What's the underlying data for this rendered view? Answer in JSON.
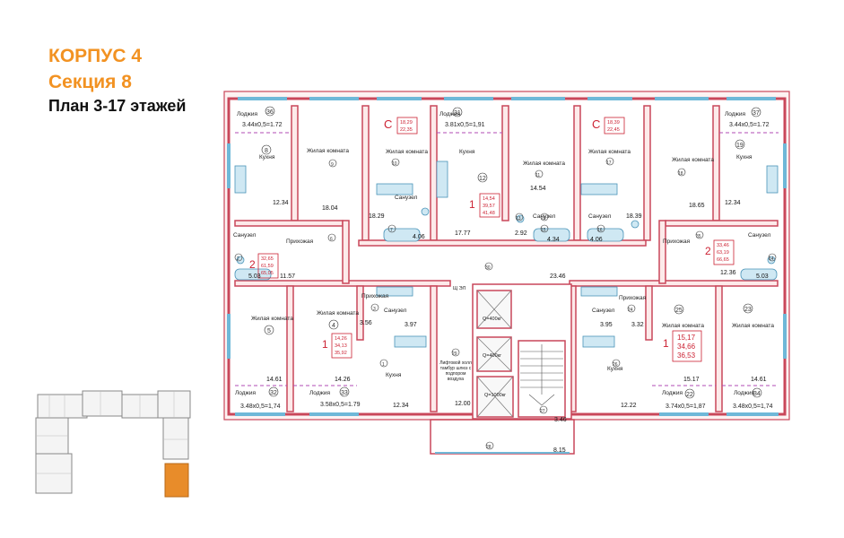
{
  "header": {
    "building": "КОРПУС 4",
    "section": "Секция 8",
    "floors": "План 3-17 этажей"
  },
  "colors": {
    "accent": "#f29222",
    "wall_fill": "#fdeaea",
    "wall_stroke": "#c9475a",
    "window": "#6fb8d8",
    "highlight": "#e88c2a"
  },
  "rooms": {
    "kitchen": "Кухня",
    "living": "Жилая комната",
    "bathroom": "Санузел",
    "hall": "Прихожая",
    "loggia": "Лоджия",
    "lift_hall": "Лифтовой холл тамбур шлюз с подпором воздуха",
    "lift_small": "Q=400кг",
    "lift_big": "Q=1000кг",
    "el_panel": "Щ ЭЛ"
  },
  "apartments": [
    {
      "id": "apt-2-left",
      "rooms": "2",
      "areas": [
        "32,65",
        "61,59",
        "65,05"
      ]
    },
    {
      "id": "apt-c-left",
      "rooms": "С",
      "areas": [
        "18,29",
        "22,35"
      ]
    },
    {
      "id": "apt-1-top",
      "rooms": "1",
      "areas": [
        "14,54",
        "39,57",
        "41,48"
      ]
    },
    {
      "id": "apt-c-right",
      "rooms": "С",
      "areas": [
        "18,39",
        "22,45"
      ]
    },
    {
      "id": "apt-2-right",
      "rooms": "2",
      "areas": [
        "33,46",
        "63,19",
        "66,65"
      ]
    },
    {
      "id": "apt-1-bl",
      "rooms": "1",
      "areas": [
        "14,26",
        "34,13",
        "35,92"
      ]
    },
    {
      "id": "apt-1-br",
      "rooms": "1",
      "areas": [
        "15,17",
        "34,66",
        "36,53"
      ]
    }
  ],
  "loggias": {
    "l36": "3.44х0,5=1.72",
    "l31": "3.81х0,5=1,91",
    "l37": "3.44х0,5=1.72",
    "l32": "3.48х0,5=1,74",
    "l33": "3.58х0,5=1.79",
    "l34": "3.74х0,5=1,87",
    "l35": "3.48х0,5=1,74"
  },
  "room_numbers": [
    "36",
    "8",
    "9",
    "10",
    "31",
    "12",
    "11",
    "13",
    "7",
    "6",
    "15",
    "16",
    "17",
    "18",
    "19",
    "37",
    "2",
    "3",
    "4",
    "5",
    "32",
    "33",
    "1",
    "30",
    "29",
    "28",
    "27",
    "26",
    "24",
    "25",
    "23",
    "22",
    "34",
    "35",
    "20",
    "14",
    "21"
  ],
  "areas": {
    "a12_34": "12.34",
    "a18_04": "18.04",
    "a18_29": "18.29",
    "a4_06l": "4.06",
    "a17_77": "17.77",
    "a14_54": "14.54",
    "a2_92": "2.92",
    "a4_34": "4.34",
    "a4_06r": "4.06",
    "a18_39": "18.39",
    "a18_65": "18.65",
    "a12_34r": "12.34",
    "a5_03l": "5.03",
    "a11_57": "11.57",
    "a23_46": "23.46",
    "a12_36": "12.36",
    "a5_03r": "5.03",
    "a3_56": "3.56",
    "a3_97": "3.97",
    "a3_95": "3.95",
    "a3_32": "3.32",
    "a14_61l": "14.61",
    "a14_26": "14.26",
    "a12_34b": "12.34",
    "a12_00": "12.00",
    "a3_46": "3.46",
    "a12_22": "12.22",
    "a15_17": "15.17",
    "a14_61r": "14.61",
    "a8_15": "8.15"
  }
}
